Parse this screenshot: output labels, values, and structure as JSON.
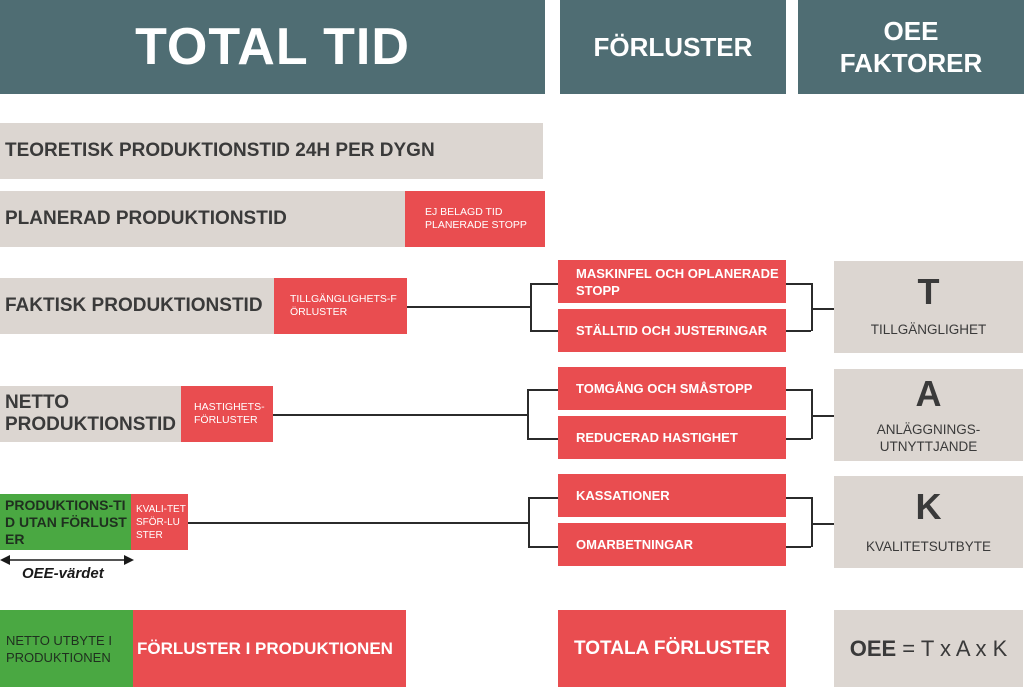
{
  "headers": {
    "total_tid": "TOTAL TID",
    "forluster": "FÖRLUSTER",
    "oee_faktorer": "OEE FAKTORER"
  },
  "bars": {
    "teoretisk": "TEORETISK PRODUKTIONSTID 24H PER DYGN",
    "planerad": "PLANERAD PRODUKTIONSTID",
    "planerad_loss": "EJ BELAGD TID PLANERADE STOPP",
    "faktisk": "FAKTISK PRODUKTIONSTID",
    "faktisk_loss": "TILLGÄNGLIGHETS-FÖRLUSTER",
    "netto": "NETTO PRODUKTIONSTID",
    "netto_loss": "HASTIGHETS-FÖRLUSTER",
    "utan_forluster": "PRODUKTIONS-TID UTAN FÖRLUSTER",
    "utan_loss": "KVALI-TETSFÖR-LUSTER",
    "oee_varde": "OEE-värdet",
    "netto_utbyte": "NETTO UTBYTE I PRODUKTIONEN",
    "forluster_prod": "FÖRLUSTER I PRODUKTIONEN"
  },
  "losses": {
    "maskinfel": "MASKINFEL OCH OPLANERADE STOPP",
    "stalltid": "STÄLLTID OCH JUSTERINGAR",
    "tomgang": "TOMGÅNG OCH SMÅSTOPP",
    "reducerad": "REDUCERAD HASTIGHET",
    "kassationer": "KASSATIONER",
    "omarbetningar": "OMARBETNINGAR",
    "totala": "TOTALA FÖRLUSTER"
  },
  "factors": {
    "t_letter": "T",
    "t_name": "TILLGÄNGLIGHET",
    "a_letter": "A",
    "a_name": "ANLÄGGNINGS-UTNYTTJANDE",
    "k_letter": "K",
    "k_name": "KVALITETSUTBYTE",
    "oee_label": "OEE",
    "oee_formula": " = T x A x K"
  },
  "colors": {
    "header": "#4f6d73",
    "grey": "#dcd6d1",
    "red": "#e94d50",
    "green": "#4aa842"
  }
}
